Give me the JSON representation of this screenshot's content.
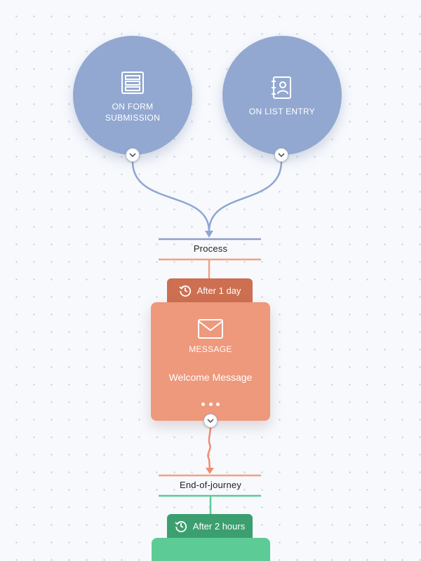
{
  "triggers": {
    "form": {
      "label": "ON FORM\nSUBMISSION",
      "icon": "form-icon"
    },
    "list": {
      "label": "ON LIST ENTRY",
      "icon": "contact-list-icon"
    }
  },
  "stages": {
    "process": "Process",
    "end": "End-of-journey"
  },
  "delays": {
    "first": "After 1 day",
    "second": "After 2 hours"
  },
  "message_card": {
    "type": "MESSAGE",
    "title": "Welcome Message",
    "icon": "envelope-icon",
    "more_icon": "more-options-icon"
  },
  "colors": {
    "trigger": "#92a8d1",
    "message": "#ee987c",
    "delay_orange": "#cd6f51",
    "delay_green": "#3c9f6f",
    "stage_blue": "#8ea0c6",
    "stage_orange": "#f0a283",
    "stage_green": "#5ccb96"
  }
}
